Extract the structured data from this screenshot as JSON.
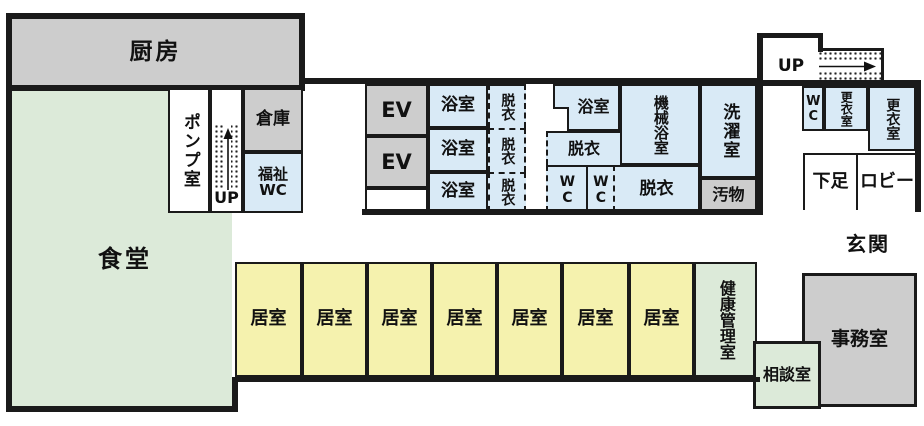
{
  "title": "facility-first-floor-plan",
  "labels": {
    "kitchen": "厨房",
    "dining": "食堂",
    "pump_room": "ポンプ室",
    "storage": "倉庫",
    "welfare_wc": [
      "福祉",
      "WC"
    ],
    "up": "UP",
    "elevator": "EV",
    "bath": "浴室",
    "undressing": "脱衣",
    "wc": "WC",
    "machine_bath": "機械浴室",
    "laundry": "洗濯室",
    "soiled": "汚物",
    "changing_room": "更衣室",
    "shoes": "下足",
    "lobby": "ロビー",
    "entrance": "玄関",
    "resident_room": "居室",
    "health_mgmt": "健康管理室",
    "consultation": "相談室",
    "office": "事務室"
  },
  "colors": {
    "wall": "#1a1a1a",
    "gray": "#cdcdcd",
    "blue": "#d9eaf6",
    "green": "#dcead9",
    "yellow": "#f5f2ae",
    "background": "#ffffff"
  },
  "icons": {
    "up_arrow": "arrow pointing up along staircase",
    "right_arrow": "arrow pointing right along staircase"
  }
}
